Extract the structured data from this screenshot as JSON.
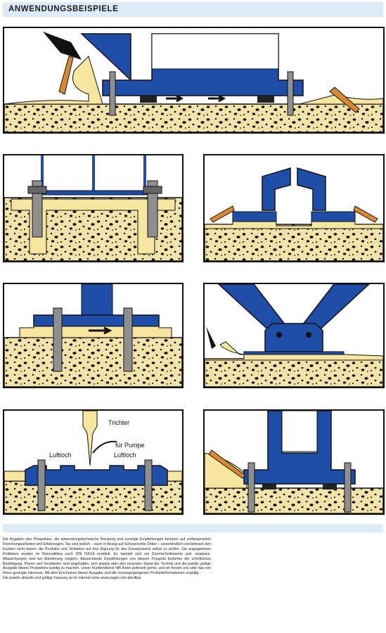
{
  "header": {
    "title": "ANWENDUNGSBEISPIELE"
  },
  "labels": {
    "trichter": "Trichter",
    "pumpe": "für Pumpe",
    "luftloch_left": "Luftloch",
    "luftloch_right": "Luftloch"
  },
  "disclaimer": [
    "Die Angaben des Prospektes, die anwendungstechnische Beratung und sonstige Empfehlungen beruhen auf umfangreichen Forschungsarbeiten und Erfahrungen. Sie sind jedoch – auch in Bezug auf Schutzrechte Dritter – unverbindlich und befreien den Kunden nicht davon, die Produkte und Verfahren auf ihre Eignung für den Einsatzzweck selbst zu prüfen. Die angegebenen Prüfdaten wurden im Normalklima nach DIN 50014 ermittelt. Es handelt sich um Durchschnittswerte und -analysen. Abweichungen sind bei Anlieferung möglich. Abweichende Empfehlungen von diesem Prospekt bedürfen der schriftlichen Bestätigung. Planer und Verarbeiter sind angehalten, sich jeweils über den neuesten Stand der Technik und die jeweils gültige Ausgabe dieses Prospektes kundig zu machen. Unser Kundendienst hilft Ihnen jederzeit gerne, und wir freuen uns über das von Ihnen gezeigte Interesse. Mit dem Erscheinen dieser Ausgabe sind die vorausgegangenen Produktinformationen ungültig.",
    "Die jeweils aktuelle und gültige Fassung ist im Internet unter www.pagel.com abrufbar."
  ],
  "colors": {
    "steel_blue": "#1e4ea8",
    "grout_yellow": "#f6e6a0",
    "concrete": "#f2e3a8",
    "formwork": "#d9892f",
    "bolt_grey": "#8f8f8f"
  }
}
